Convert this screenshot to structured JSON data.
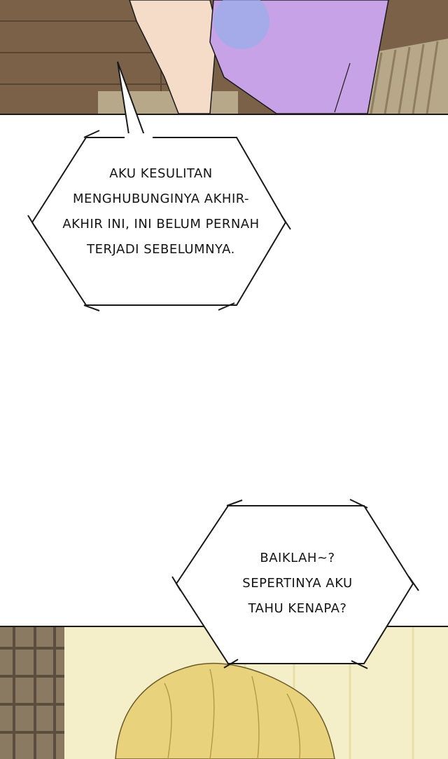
{
  "colors": {
    "wall_wood": "#7a6148",
    "shirt_purple": "#c7a2e6",
    "skin": "#f5dcc8",
    "sofa_stripe": "#b8a88a",
    "curtain_yellow": "#f4efc8",
    "hair_blonde": "#e8d27c",
    "plaid": "#8a7a62",
    "ink": "#141414"
  },
  "bubbles": [
    {
      "lines": [
        "AKU KESULITAN",
        "MENGHUBUNGINYA AKHIR-",
        "AKHIR INI, INI BELUM PERNAH",
        "TERJADI SEBELUMNYA."
      ]
    },
    {
      "lines": [
        "BAIKLAH~?",
        "SEPERTINYA AKU",
        "TAHU KENAPA?"
      ]
    }
  ]
}
